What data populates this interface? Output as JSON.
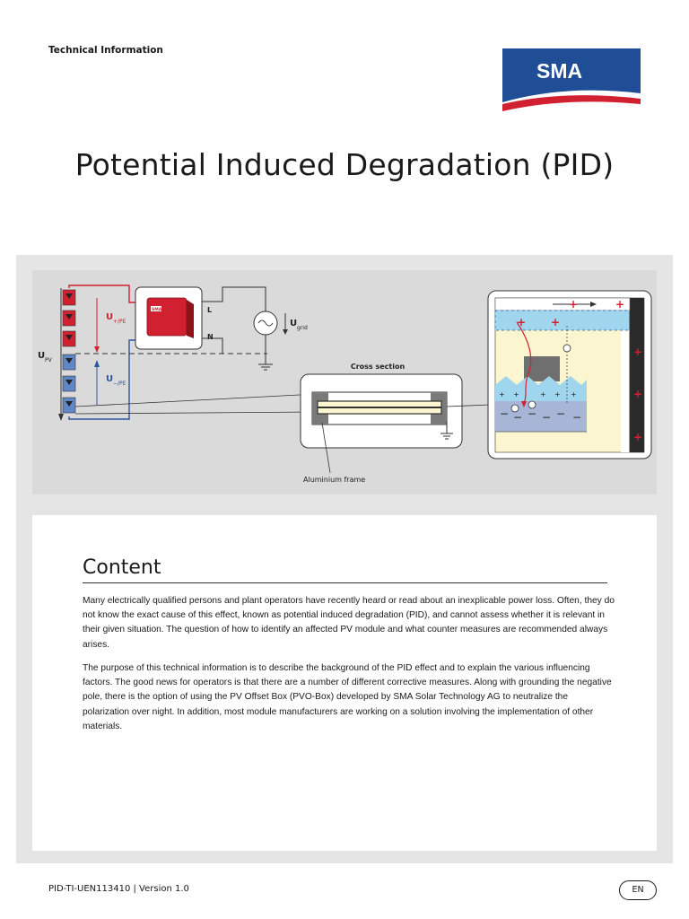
{
  "header": {
    "label": "Technical Information"
  },
  "logo": {
    "text": "SMA",
    "brand_color": "#1f4e96",
    "accent_red": "#d1202f"
  },
  "title": "Potential Induced Degradation (PID)",
  "figure": {
    "voltage_plus": "U",
    "voltage_plus_sub": "+/PE",
    "voltage_minus": "U",
    "voltage_minus_sub": "−/PE",
    "voltage_pv": "U",
    "voltage_pv_sub": "PV",
    "voltage_grid": "U",
    "voltage_grid_sub": "grid",
    "line_label": "L",
    "neutral_label": "N",
    "inverter_badge": "SMA",
    "cross_section_label": "Cross section",
    "frame_label": "Aluminium frame",
    "plus_sign": "+",
    "minus_sign": "−",
    "colors": {
      "positive": "#d1202f",
      "negative": "#2b55a0",
      "glass": "#9fd6ee",
      "cell": "#fbf6cf"
    }
  },
  "content": {
    "heading": "Content",
    "paragraph1": "Many electrically qualified persons and plant operators have recently heard or read about an inexplicable power loss. Often, they do not know the exact cause of this effect, known as potential induced degradation (PID), and cannot assess whether it is relevant in their given situation. The question of how to identify an affected PV module and what counter measures are recommended always arises.",
    "paragraph2": "The purpose of this technical information is to describe the background of the PID effect and to explain the various influencing factors. The good news for operators is that there are a number of different corrective measures. Along with grounding the negative pole, there is the option of using the PV Offset Box (PVO-Box) developed by SMA Solar Technology AG to neutralize the polarization over night. In addition, most module manufacturers are working on a solution involving the implementation of other materials."
  },
  "footer": {
    "doc_id": "PID-TI-UEN113410 | Version 1.0",
    "language": "EN"
  }
}
